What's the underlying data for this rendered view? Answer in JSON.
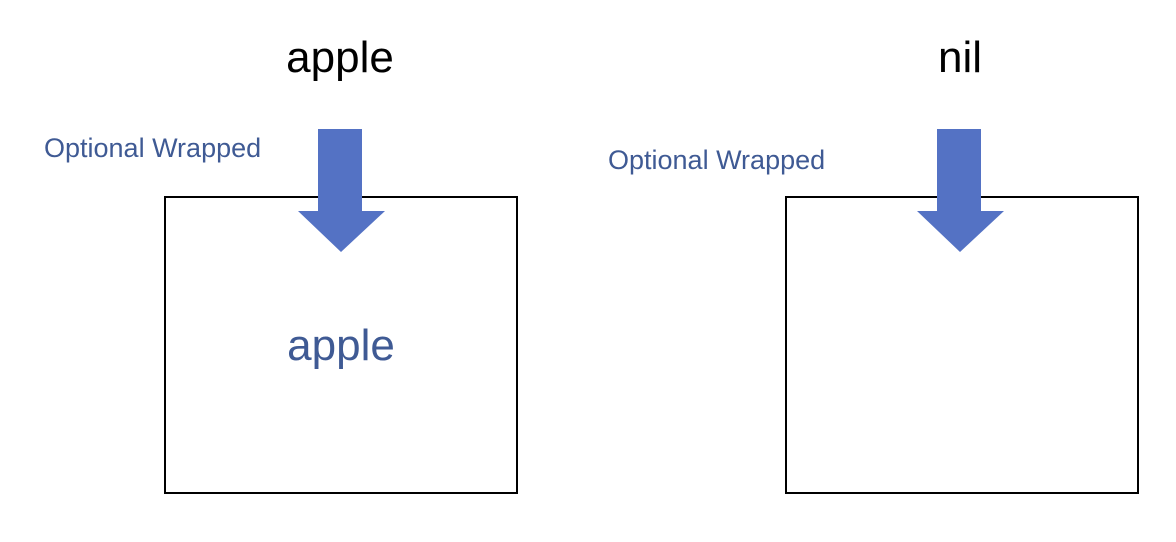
{
  "colors": {
    "arrow": "#5472C4",
    "label_text": "#3F5A94",
    "box_border": "#000000",
    "title_text": "#000000"
  },
  "panels": [
    {
      "title": "apple",
      "wrap_label": "Optional Wrapped",
      "arrow_icon": "down-arrow-icon",
      "box_content": "apple"
    },
    {
      "title": "nil",
      "wrap_label": "Optional Wrapped",
      "arrow_icon": "down-arrow-icon",
      "box_content": ""
    }
  ]
}
